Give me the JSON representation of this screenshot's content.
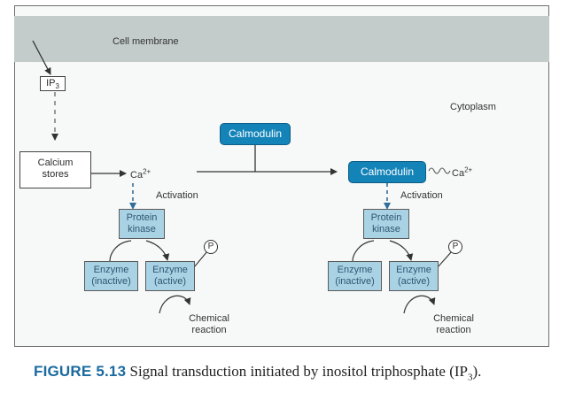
{
  "regions": {
    "membrane": "Cell membrane",
    "cytoplasm": "Cytoplasm"
  },
  "messenger": {
    "label": "IP",
    "sub": "3"
  },
  "stores": {
    "line1": "Calcium",
    "line2": "stores"
  },
  "ion": {
    "base": "Ca",
    "charge": "2+"
  },
  "calmodulin": "Calmodulin",
  "activation": "Activation",
  "kinase": {
    "line1": "Protein",
    "line2": "kinase"
  },
  "enzyme_inactive": {
    "line1": "Enzyme",
    "line2": "(inactive)"
  },
  "enzyme_active": {
    "line1": "Enzyme",
    "line2": "(active)"
  },
  "phosphate": "P",
  "reaction": {
    "line1": "Chemical",
    "line2": "reaction"
  },
  "caption": {
    "label": "FIGURE 5.13",
    "text": "Signal transduction initiated by inositol triphosphate (IP",
    "sub": "3",
    "end": ")."
  },
  "colors": {
    "membrane": "#c3cbcb",
    "calmodulin": "#1383b8",
    "box_fill": "#a9d3e5",
    "dashed_arrow": "#2f6f9a",
    "caption_label": "#1a6aa0"
  }
}
